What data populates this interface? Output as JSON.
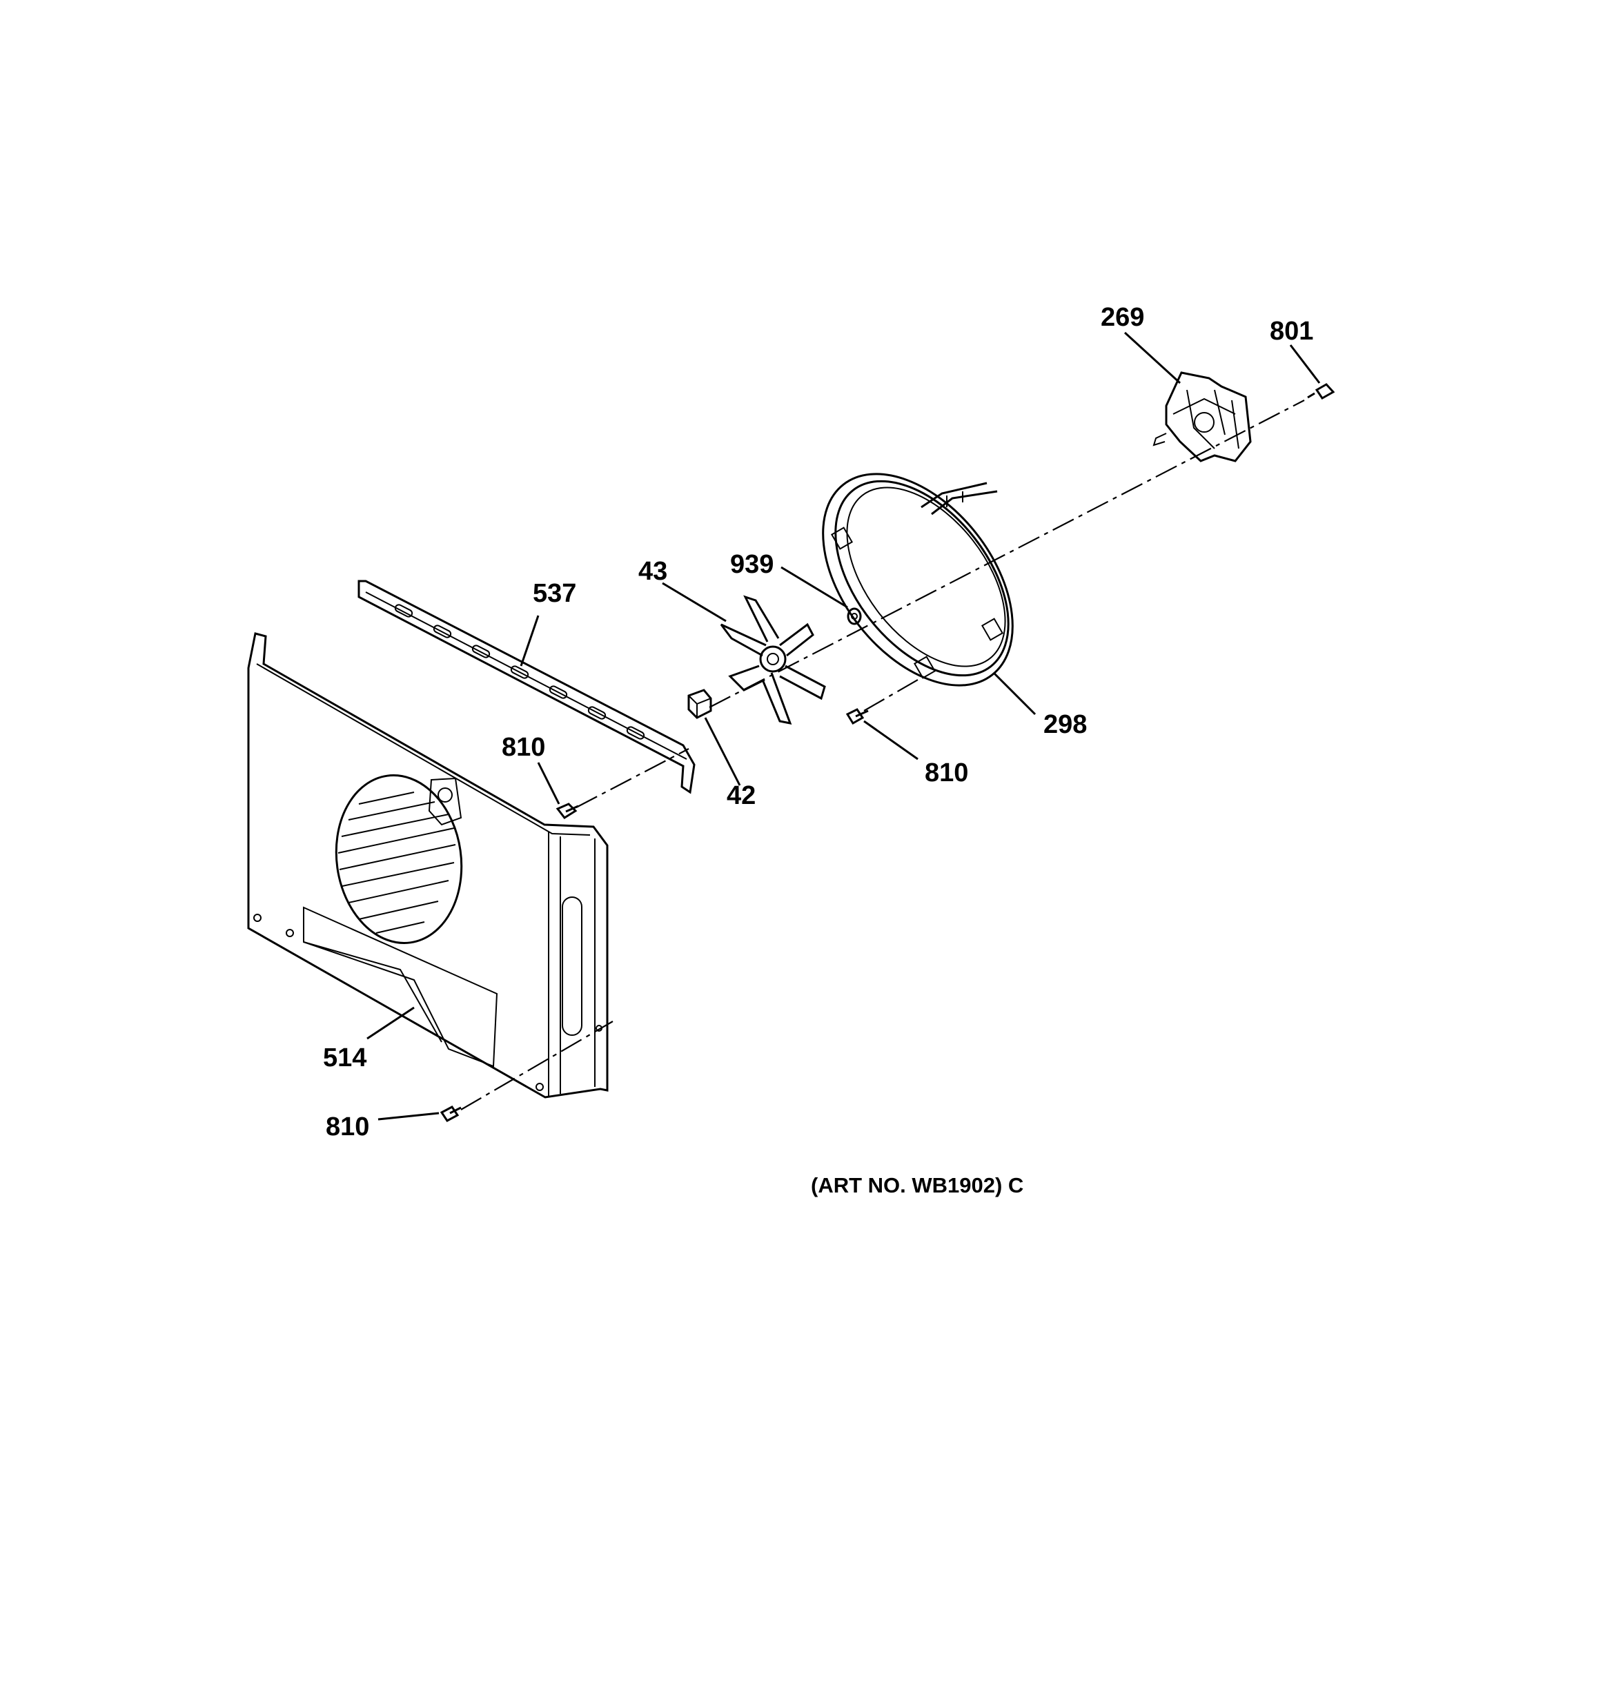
{
  "parts": {
    "p269": "269",
    "p801": "801",
    "p939": "939",
    "p43": "43",
    "p537": "537",
    "p298": "298",
    "p810_top": "810",
    "p42": "42",
    "p810_mid": "810",
    "p514": "514",
    "p810_bottom": "810"
  },
  "art_number": "(ART NO. WB1902) C"
}
